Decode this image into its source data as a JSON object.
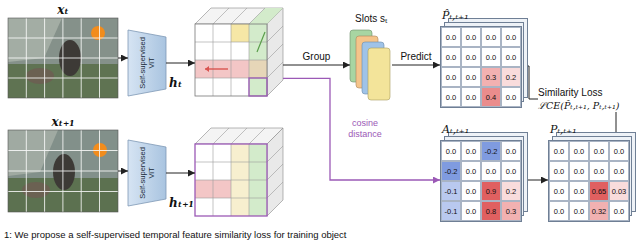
{
  "diagram": {
    "caption": "1: We propose a self-supervised temporal feature similarity loss for training object",
    "nodes": [
      {
        "text": [
          "xₜ"
        ]
      },
      {
        "text": [
          "Self-supervised ViT"
        ]
      },
      {
        "text": [
          "hₜ"
        ]
      },
      {
        "text": [
          "Slots sₜ"
        ]
      },
      {
        "text": [
          "P̂ₜ,ₜ₊₁",
          "0.0",
          "0.0",
          "0.0",
          "0.0",
          "0.0",
          "0.0",
          "0.0",
          "0.0",
          "0.0",
          "0.0",
          "0.3",
          "0.2",
          "0.0",
          "0.0",
          "0.4",
          "0.0"
        ]
      },
      {
        "text": [
          "Similarity Loss",
          "ℒCE(P̂ₜ,ₜ₊₁, Pₜ,ₜ₊₁)"
        ]
      },
      {
        "text": [
          "xₜ₊₁"
        ]
      },
      {
        "text": [
          "Self-supervised ViT"
        ]
      },
      {
        "text": [
          "hₜ₊₁"
        ]
      },
      {
        "text": [
          "Aₜ,ₜ₊₁",
          "0.0",
          "0.0",
          "-0.2",
          "0.0",
          "-0.2",
          "0.0",
          "0.0",
          "0.0",
          "-0.1",
          "0.0",
          "0.9",
          "0.2",
          "-0.1",
          "0.0",
          "0.8",
          "0.3"
        ]
      },
      {
        "text": [
          "Pₜ,ₜ₊₁",
          "0.0",
          "0.0",
          "0.0",
          "0.0",
          "0.0",
          "0.0",
          "0.0",
          "0.0",
          "0.0",
          "0.0",
          "0.65",
          "0.03",
          "0.0",
          "0.0",
          "0.32",
          "0.0"
        ]
      }
    ],
    "edges": [
      {
        "from": 0,
        "to": 1,
        "arrow": "to"
      },
      {
        "from": 1,
        "to": 2,
        "arrow": "to"
      },
      {
        "from": 6,
        "to": 7,
        "arrow": "to"
      },
      {
        "from": 7,
        "to": 8,
        "arrow": "to"
      },
      {
        "from": 2,
        "to": 3,
        "label": "Group",
        "arrow": "to"
      },
      {
        "from": 3,
        "to": 4,
        "label": "Predict",
        "arrow": "to"
      },
      {
        "from": 2,
        "to": 9,
        "label": "cosine distance",
        "arrow": "to"
      },
      {
        "from": 9,
        "to": 10,
        "arrow": "to"
      },
      {
        "from": 4,
        "to": 5,
        "arrow": "none"
      },
      {
        "from": 10,
        "to": 5,
        "arrow": "none"
      }
    ]
  }
}
